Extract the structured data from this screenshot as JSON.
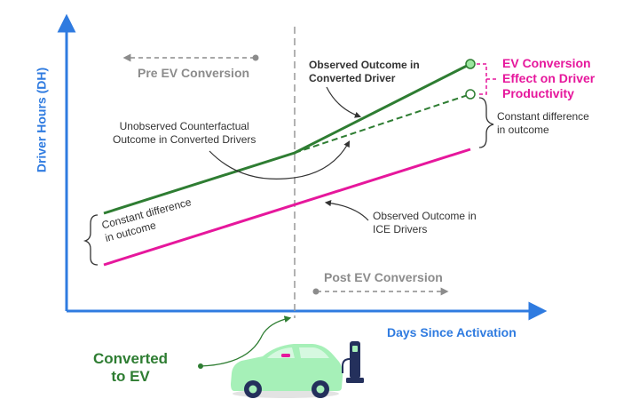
{
  "labels": {
    "y_axis": "Driver Hours (DH)",
    "x_axis": "Days Since Activation",
    "pre_ev": "Pre EV Conversion",
    "post_ev": "Post EV Conversion",
    "observed_converted": [
      "Observed Outcome in",
      "Converted Driver"
    ],
    "counterfactual": [
      "Unobserved Counterfactual",
      "Outcome in Converted Drivers"
    ],
    "ev_effect": [
      "EV Conversion",
      "Effect on Driver",
      "Productivity"
    ],
    "constant_diff_right": [
      "Constant difference",
      "in outcome"
    ],
    "constant_diff_left": [
      "Constant difference",
      "in outcome"
    ],
    "observed_ice": [
      "Observed Outcome in",
      "ICE Drivers"
    ],
    "converted_ev": [
      "Converted",
      "to EV"
    ]
  },
  "colors": {
    "axis": "#2f7be0",
    "converted_line": "#2e7d32",
    "ice_line": "#e6179c",
    "annotation": "#333333",
    "period_arrow": "#8c8c8c",
    "car": "#a6f0b8",
    "divider": "#999999"
  },
  "icons": [
    "ev-car-icon",
    "charging-station-icon"
  ]
}
